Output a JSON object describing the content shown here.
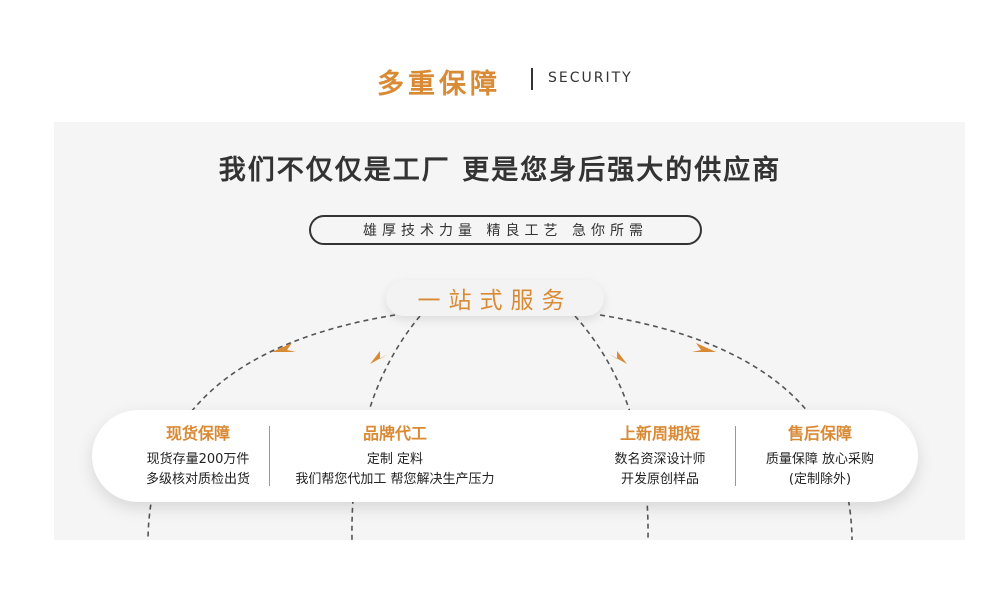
{
  "header": {
    "title": "多重保障",
    "subtitle": "SECURITY"
  },
  "panel": {
    "headline": "我们不仅仅是工厂 更是您身后强大的供应商",
    "tagline": "雄厚技术力量 精良工艺 急你所需",
    "service_label": "一站式服务"
  },
  "features": [
    {
      "title": "现货保障",
      "lines": [
        "现货存量200万件",
        "多级核对质检出货"
      ]
    },
    {
      "title": "品牌代工",
      "lines": [
        "定制 定料",
        "我们帮您代加工 帮您解决生产压力"
      ]
    },
    {
      "title": "上新周期短",
      "lines": [
        "数名资深设计师",
        "开发原创样品"
      ]
    },
    {
      "title": "售后保障",
      "lines": [
        "质量保障 放心采购",
        "(定制除外)"
      ]
    }
  ],
  "colors": {
    "accent": "#d98a35",
    "text": "#333333",
    "panel_bg": "#f5f5f5"
  }
}
